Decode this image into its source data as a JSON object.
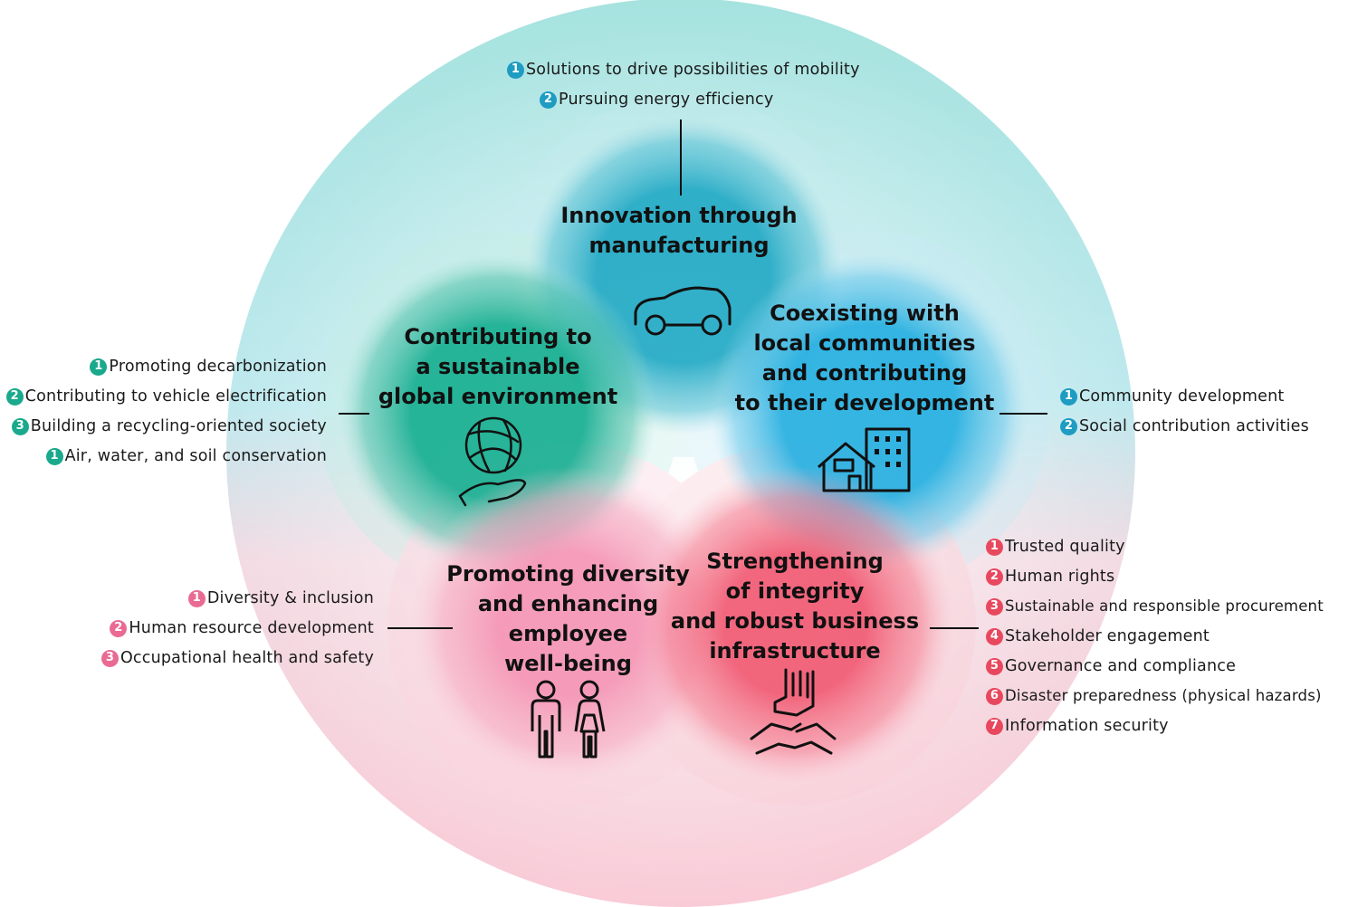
{
  "colors": {
    "teal": "#1aa98c",
    "blue": "#1e9cc2",
    "pink": "#e96b93",
    "red": "#e8485e",
    "outer_top": "#8fdada",
    "outer_bottom": "#f7c3cf"
  },
  "pillars": {
    "innovation": {
      "title_lines": [
        "Innovation through",
        "manufacturing"
      ],
      "icon": "car-icon",
      "items": [
        {
          "num": "1",
          "text": "Solutions to drive possibilities of mobility"
        },
        {
          "num": "2",
          "text": "Pursuing energy efficiency"
        }
      ]
    },
    "environment": {
      "title_lines": [
        "Contributing to",
        "a sustainable",
        "global environment"
      ],
      "icon": "globe-in-hand-icon",
      "items": [
        {
          "num": "1",
          "text": "Promoting decarbonization"
        },
        {
          "num": "2",
          "text": "Contributing to vehicle electrification"
        },
        {
          "num": "3",
          "text": "Building a recycling-oriented society"
        },
        {
          "num": "1",
          "text": "Air, water, and soil conservation"
        }
      ]
    },
    "communities": {
      "title_lines": [
        "Coexisting with",
        "local communities",
        "and contributing",
        "to their development"
      ],
      "icon": "house-and-building-icon",
      "items": [
        {
          "num": "1",
          "text": "Community development"
        },
        {
          "num": "2",
          "text": "Social contribution activities"
        }
      ]
    },
    "diversity": {
      "title_lines": [
        "Promoting diversity",
        "and enhancing",
        "employee",
        "well-being"
      ],
      "icon": "people-icon",
      "items": [
        {
          "num": "1",
          "text": "Diversity & inclusion"
        },
        {
          "num": "2",
          "text": "Human resource development"
        },
        {
          "num": "3",
          "text": "Occupational health and safety"
        }
      ]
    },
    "integrity": {
      "title_lines": [
        "Strengthening",
        "of integrity",
        "and robust business",
        "infrastructure"
      ],
      "icon": "stacked-hands-icon",
      "items": [
        {
          "num": "1",
          "text": "Trusted quality"
        },
        {
          "num": "2",
          "text": "Human rights"
        },
        {
          "num": "3",
          "text": "Sustainable and responsible procurement"
        },
        {
          "num": "4",
          "text": "Stakeholder engagement"
        },
        {
          "num": "5",
          "text": "Governance and compliance"
        },
        {
          "num": "6",
          "text": "Disaster preparedness (physical hazards)"
        },
        {
          "num": "7",
          "text": "Information security"
        }
      ]
    }
  }
}
